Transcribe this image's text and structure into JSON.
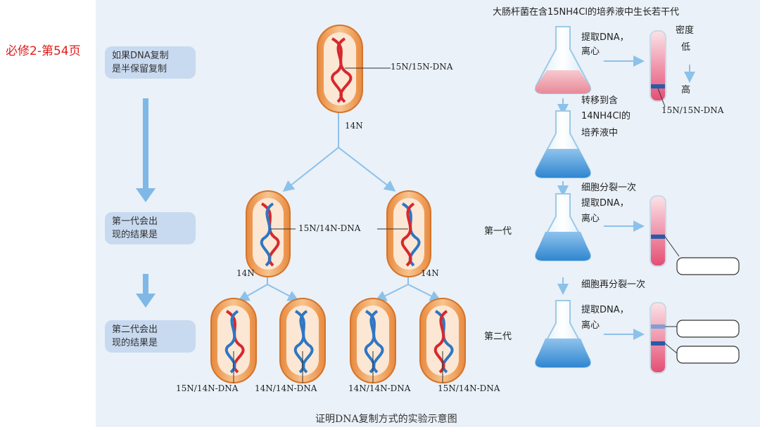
{
  "page_ref": "必修2-第54页",
  "boxes": {
    "b1_l1": "如果DNA复制",
    "b1_l2": "是半保留复制",
    "b2_l1": "第一代会出",
    "b2_l2": "现的结果是",
    "b3_l1": "第二代会出",
    "b3_l2": "现的结果是"
  },
  "bacteria": {
    "parent_dna": "15N/15N-DNA",
    "n14_top": "14N",
    "gen1_dna": "15N/14N-DNA",
    "n14_left": "14N",
    "n14_right": "14N",
    "gen2_dna": [
      "15N/14N-DNA",
      "14N/14N-DNA",
      "14N/14N-DNA",
      "15N/14N-DNA"
    ]
  },
  "right": {
    "header": "大肠杆菌在含15NH4Cl的培养液中生长若干代",
    "extract1_l1": "提取DNA，",
    "extract1_l2": "离心",
    "density": "密度",
    "low": "低",
    "high": "高",
    "tube1_label": "15N/15N-DNA",
    "transfer_l1": "转移到含",
    "transfer_l2": "14NH4Cl的",
    "transfer_l3": "培养液中",
    "divide_once": "细胞分裂一次",
    "extract2_l1": "提取DNA，",
    "extract2_l2": "离心",
    "gen1": "第一代",
    "divide_again": "细胞再分裂一次",
    "extract3_l1": "提取DNA，",
    "extract3_l2": "离心",
    "gen2": "第二代"
  },
  "caption": "证明DNA复制方式的实验示意图",
  "colors": {
    "strand_old": "#d6282f",
    "strand_new": "#2f76c4",
    "arrow": "#8cc1ea",
    "cell": "#f0a05a"
  }
}
